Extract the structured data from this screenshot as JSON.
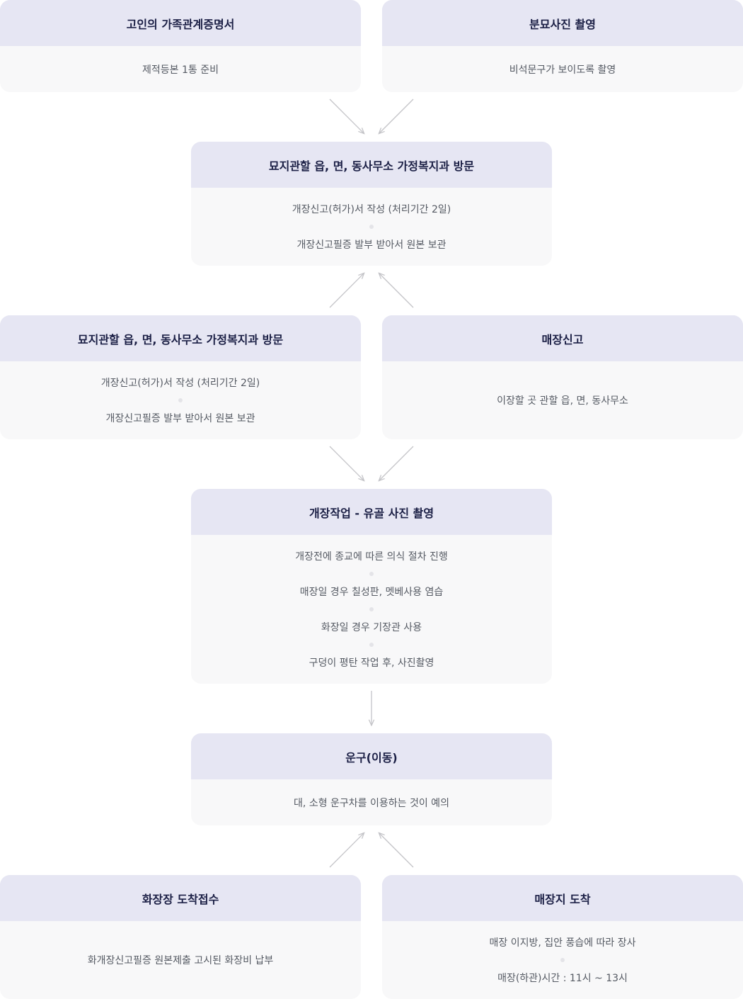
{
  "steps": {
    "family_cert": {
      "title": "고인의 가족관계증명서",
      "lines": [
        "제적등본 1통 준비"
      ]
    },
    "grave_photo": {
      "title": "분묘사진 촬영",
      "lines": [
        "비석문구가 보이도록 촬영"
      ]
    },
    "visit_office_1": {
      "title": "묘지관할 읍, 면, 동사무소 가정복지과 방문",
      "lines": [
        "개장신고(허가)서 작성 (처리기간 2일)",
        "개장신고필증 발부 받아서 원본 보관"
      ]
    },
    "visit_office_2": {
      "title": "묘지관할 읍, 면, 동사무소 가정복지과 방문",
      "lines": [
        "개장신고(허가)서 작성 (처리기간 2일)",
        "개장신고필증 발부 받아서 원본 보관"
      ]
    },
    "burial_report": {
      "title": "매장신고",
      "lines": [
        "이장할 곳 관할 읍, 면, 동사무소"
      ]
    },
    "exhumation": {
      "title": "개장작업 - 유골 사진 촬영",
      "lines": [
        "개장전에 종교에 따른 의식 절차 진행",
        "매장일 경우 칠성판, 멧베사용 염습",
        "화장일 경우 기장관 사용",
        "구덩이 평탄 작업 후, 사진촬영"
      ]
    },
    "transport": {
      "title": "운구(이동)",
      "lines": [
        "대, 소형 운구차를 이용하는 것이 예의"
      ]
    },
    "crematorium": {
      "title": "화장장 도착접수",
      "lines": [
        "화개장신고필증 원본제출 고시된 화장비 납부"
      ]
    },
    "burial_site": {
      "title": "매장지 도착",
      "lines": [
        "매장 이지방, 집안 풍습에 따라 장사",
        "매장(하관)시간 : 11시 ~ 13시"
      ]
    }
  },
  "colors": {
    "header_bg": "#e6e6f3",
    "body_bg": "#f8f8f9",
    "title": "#1b1f45",
    "text": "#555a63",
    "arrow": "#c4c4c8"
  }
}
